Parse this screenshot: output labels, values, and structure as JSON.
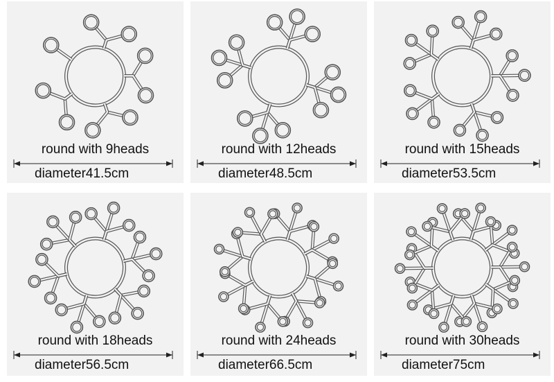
{
  "panels": [
    {
      "title": "round with 9heads",
      "diameter": "diameter41.5cm",
      "heads": 9
    },
    {
      "title": "round with 12heads",
      "diameter": "diameter48.5cm",
      "heads": 12
    },
    {
      "title": "round with 15heads",
      "diameter": "diameter53.5cm",
      "heads": 15
    },
    {
      "title": "round with 18heads",
      "diameter": "diameter56.5cm",
      "heads": 18
    },
    {
      "title": "round with 24heads",
      "diameter": "diameter66.5cm",
      "heads": 24
    },
    {
      "title": "round with 30heads",
      "diameter": "diameter75cm",
      "heads": 30
    }
  ],
  "colors": {
    "panel_bg": "#f2f2f2",
    "stroke": "#555555",
    "text": "#111111"
  }
}
